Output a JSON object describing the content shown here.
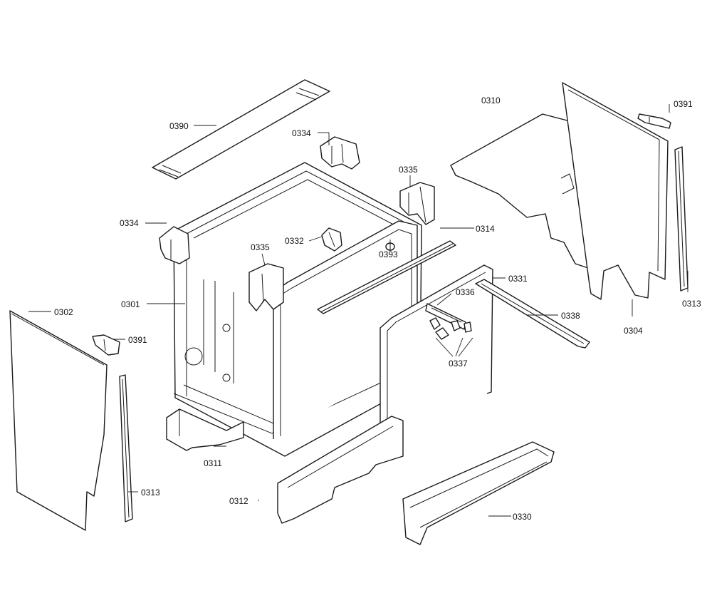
{
  "callouts": [
    {
      "id": "c0390",
      "text": "0390"
    },
    {
      "id": "c0334a",
      "text": "0334"
    },
    {
      "id": "c0335a",
      "text": "0335"
    },
    {
      "id": "c0310",
      "text": "0310"
    },
    {
      "id": "c0391a",
      "text": "0391"
    },
    {
      "id": "c0334b",
      "text": "0334"
    },
    {
      "id": "c0332",
      "text": "0332"
    },
    {
      "id": "c0335b",
      "text": "0335"
    },
    {
      "id": "c0393",
      "text": "0393"
    },
    {
      "id": "c0314",
      "text": "0314"
    },
    {
      "id": "c0331",
      "text": "0331"
    },
    {
      "id": "c0313a",
      "text": "0313"
    },
    {
      "id": "c0301",
      "text": "0301"
    },
    {
      "id": "c0336",
      "text": "0336"
    },
    {
      "id": "c0338",
      "text": "0338"
    },
    {
      "id": "c0304",
      "text": "0304"
    },
    {
      "id": "c0302",
      "text": "0302"
    },
    {
      "id": "c0391b",
      "text": "0391"
    },
    {
      "id": "c0337",
      "text": "0337"
    },
    {
      "id": "c0311",
      "text": "0311"
    },
    {
      "id": "c0313b",
      "text": "0313"
    },
    {
      "id": "c0312",
      "text": "0312"
    },
    {
      "id": "c0330",
      "text": "0330"
    }
  ]
}
